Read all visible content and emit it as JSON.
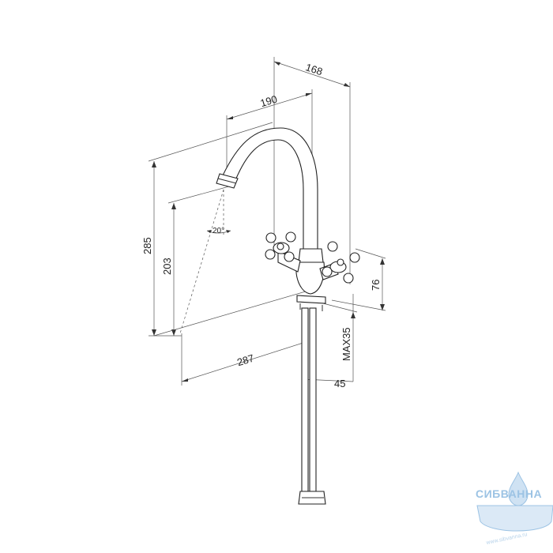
{
  "dimensions": {
    "d168": "168",
    "d190": "190",
    "d285": "285",
    "d203": "203",
    "angle": "20°",
    "d76": "76",
    "max35": "MAX35",
    "d287": "287",
    "d45": "45"
  },
  "watermark": {
    "brand": "СИБВАННА",
    "url": "www.sibvanna.ru",
    "color": "#9cc3e4"
  }
}
